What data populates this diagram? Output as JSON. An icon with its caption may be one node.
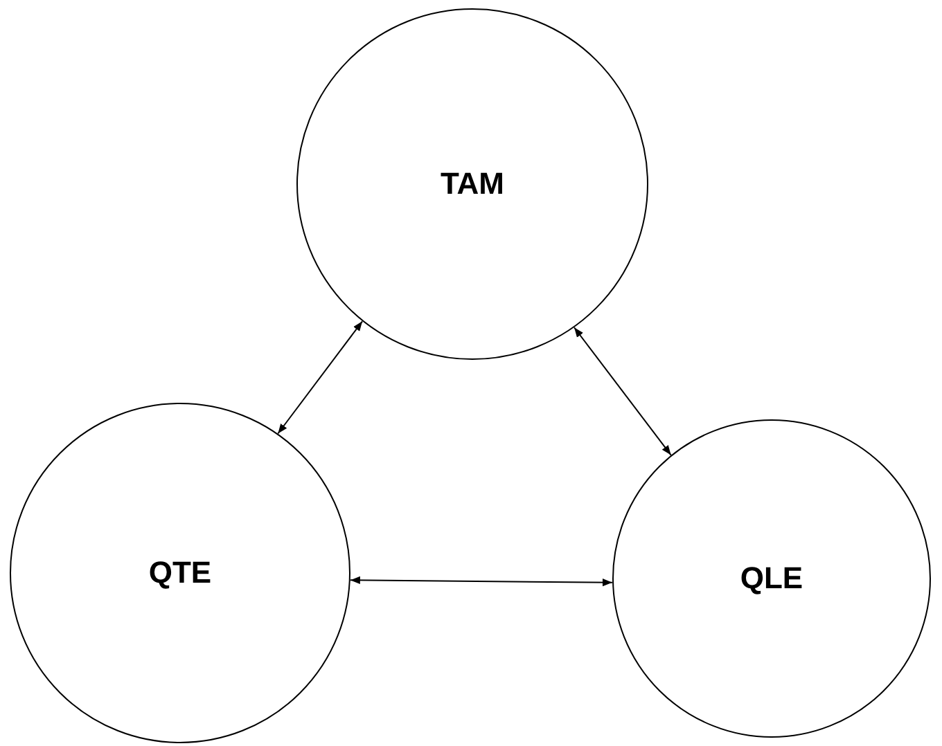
{
  "diagram": {
    "nodes": [
      {
        "text": [
          "TAM"
        ]
      },
      {
        "text": [
          "QTE"
        ]
      },
      {
        "text": [
          "QLE"
        ]
      }
    ],
    "edges": [
      {
        "from": 0,
        "to": 1,
        "arrow": "both"
      },
      {
        "from": 0,
        "to": 2,
        "arrow": "both"
      },
      {
        "from": 1,
        "to": 2,
        "arrow": "both"
      }
    ]
  }
}
